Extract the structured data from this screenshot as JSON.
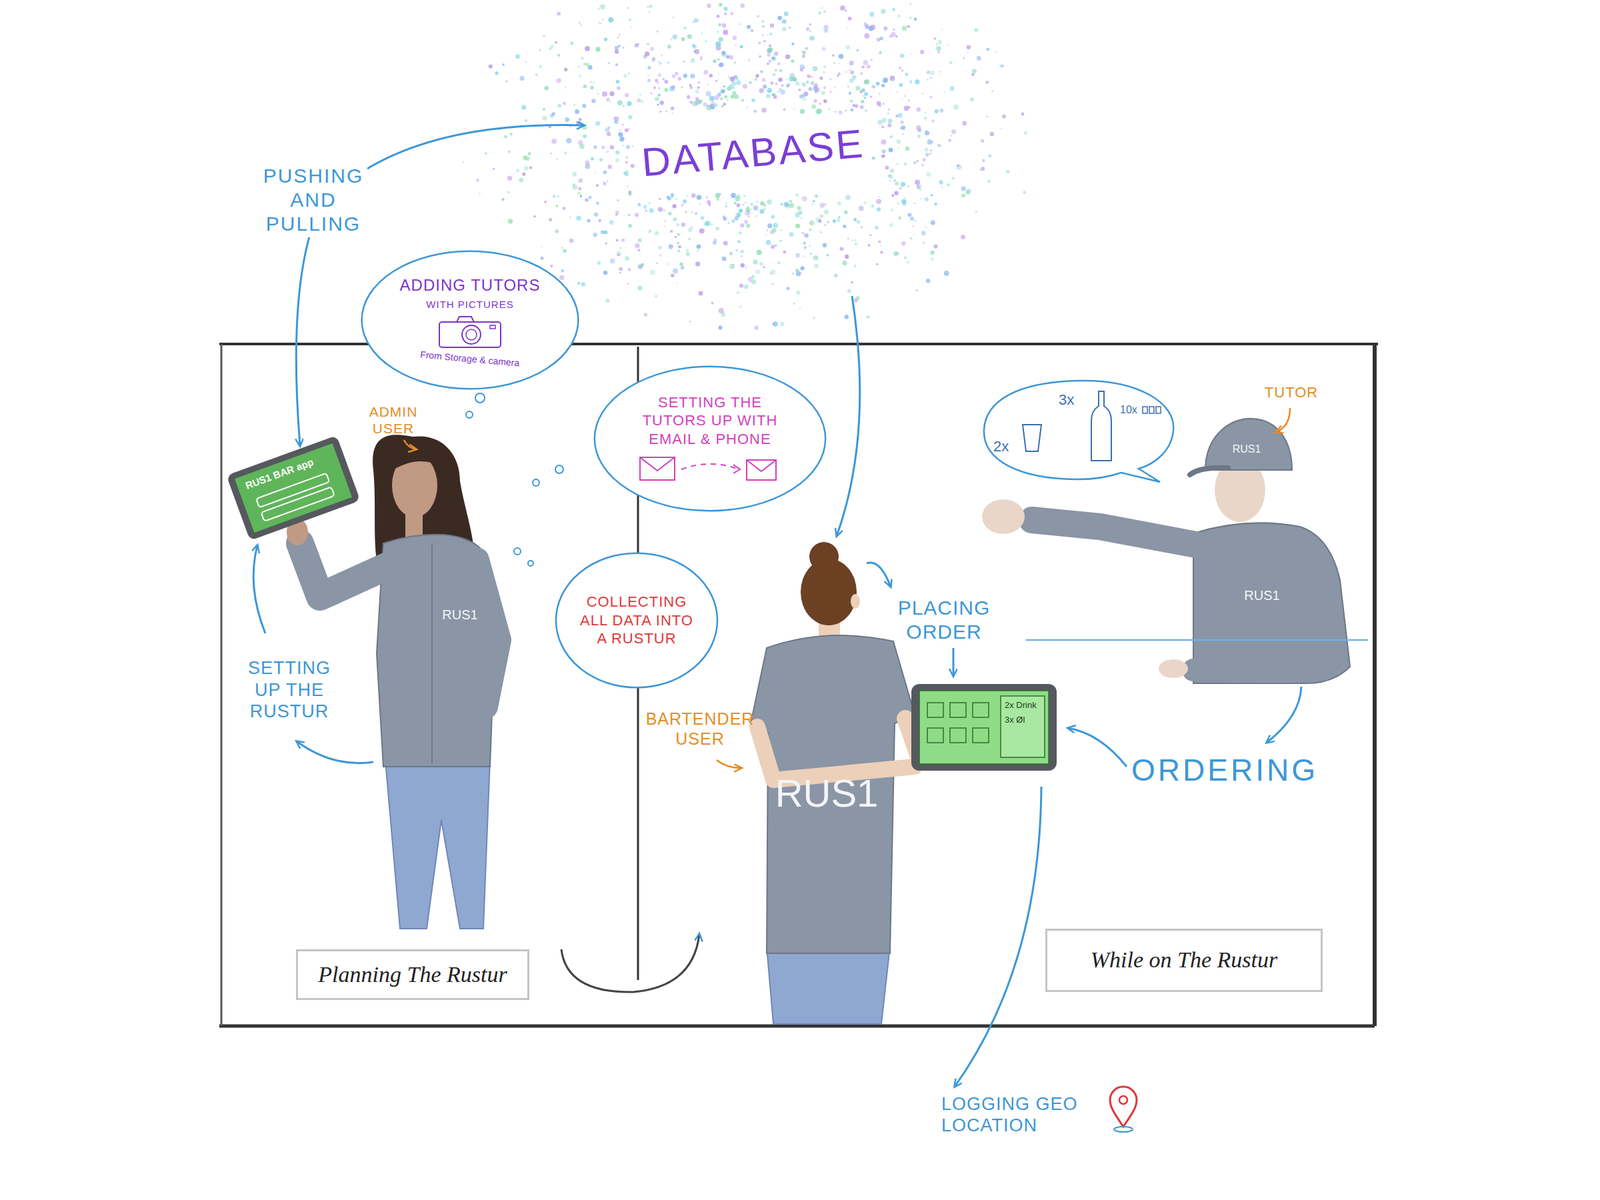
{
  "diagram": {
    "nodes": [
      {
        "text": [
          "DATABASE"
        ]
      },
      {
        "text": [
          "ADDING TUTORS",
          "WITH PICTURES",
          "From Storage & camera"
        ]
      },
      {
        "text": [
          "RUS1 BAR app"
        ]
      },
      {
        "text": [
          "SETTING THE TUTORS UP WITH EMAIL & PHONE"
        ]
      },
      {
        "text": [
          "COLLECTING ALL DATA INTO A RUSTUR"
        ]
      },
      {
        "text": [
          "2x",
          "3x",
          "10x"
        ]
      },
      {
        "text": [
          "2x Drink",
          "3x Øl"
        ]
      },
      {
        "text": [
          "Planning The Rustur"
        ]
      },
      {
        "text": [
          "While on The Rustur"
        ]
      }
    ],
    "edges": [
      {
        "from": 2,
        "to": 0,
        "label": "PUSHING AND PULLING",
        "arrow": "both"
      }
    ],
    "labels": [
      "ADMIN USER",
      "SETTING UP THE RUSTUR",
      "RUS1",
      "BARTENDER USER",
      "PLACING ORDER",
      "RUS1",
      "TUTOR",
      "RUS1",
      "RUS1",
      "ORDERING",
      "LOGGING GEO LOCATION"
    ]
  }
}
